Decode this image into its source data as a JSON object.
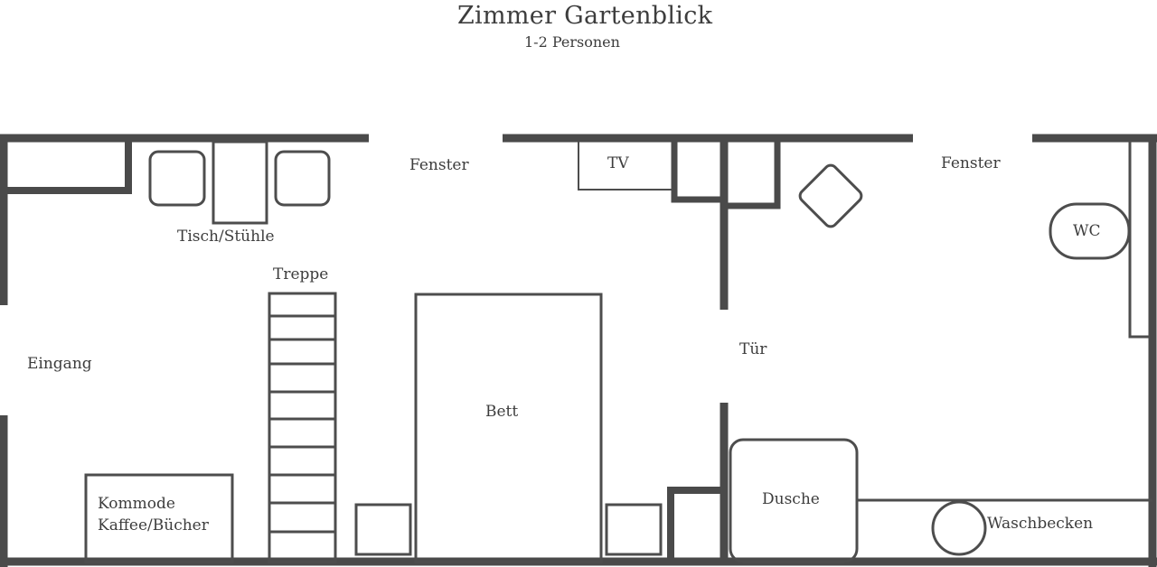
{
  "header": {
    "title": "Zimmer Gartenblick",
    "subtitle": "1-2 Personen"
  },
  "labels": {
    "window_left": "Fenster",
    "tv": "TV",
    "window_right": "Fenster",
    "table_chairs": "Tisch/Stühle",
    "wc": "WC",
    "stairs": "Treppe",
    "entrance": "Eingang",
    "door": "Tür",
    "bed": "Bett",
    "shower": "Dusche",
    "dresser_line1": "Kommode",
    "dresser_line2": "Kaffee/Bücher",
    "sink": "Waschbecken"
  },
  "colors": {
    "wall": "#4a4a4a",
    "line": "#4d4d4d",
    "text": "#3d3d3d",
    "background": "#ffffff"
  }
}
